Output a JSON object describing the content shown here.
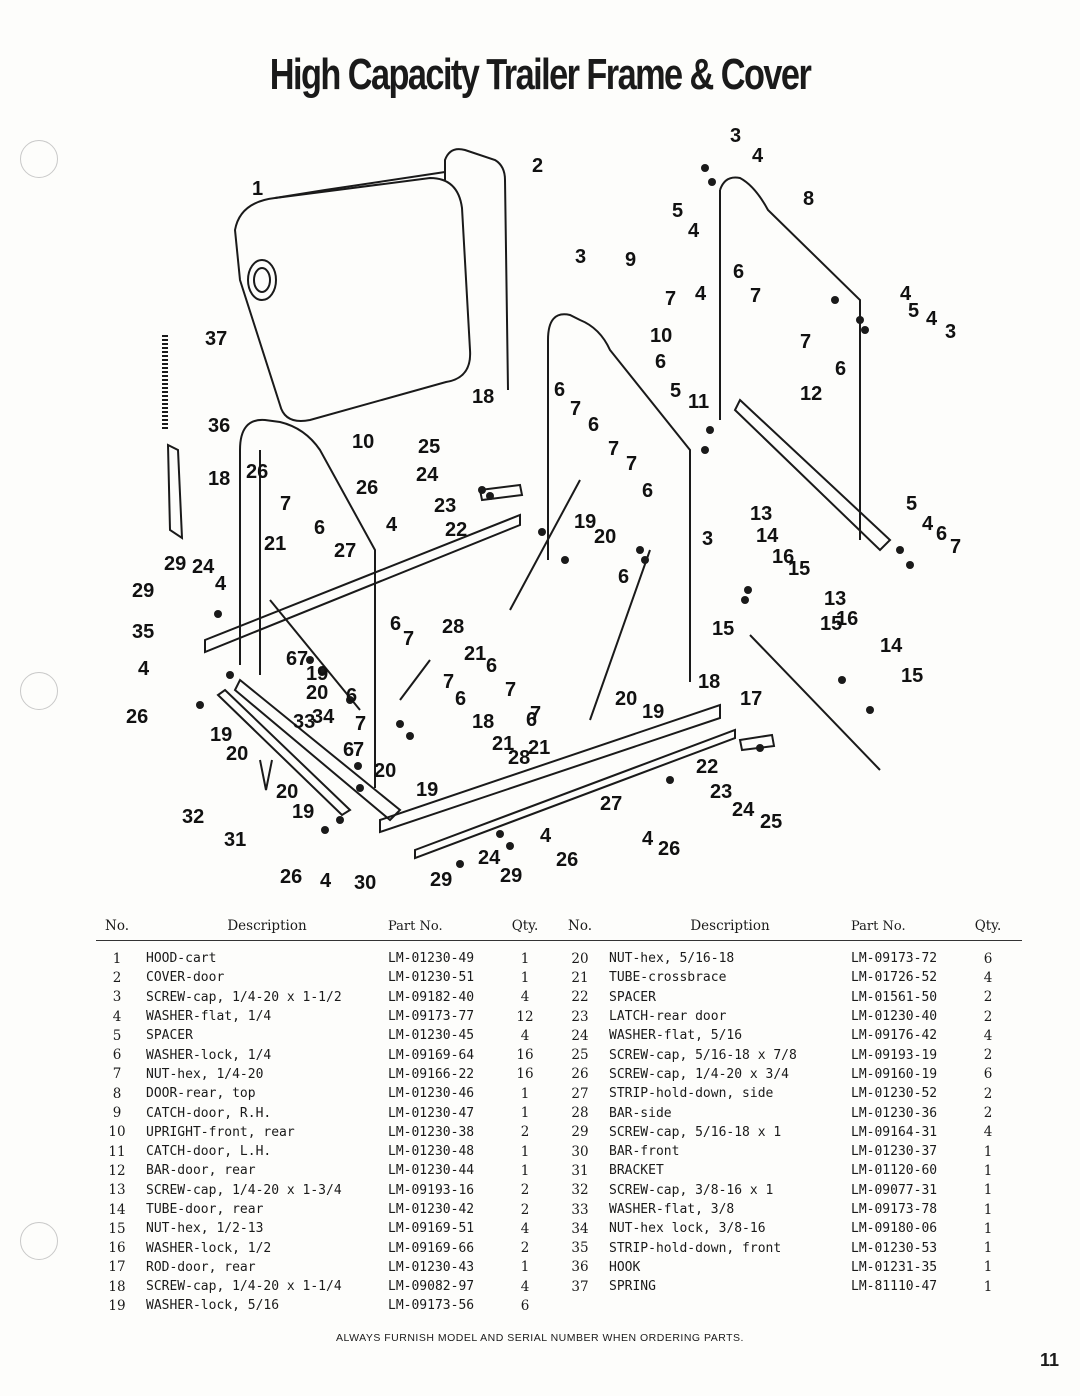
{
  "title": "High Capacity Trailer Frame & Cover",
  "table_headers": {
    "no": "No.",
    "description": "Description",
    "part_no": "Part No.",
    "qty": "Qty."
  },
  "parts": [
    {
      "no": "1",
      "description": "HOOD-cart",
      "part_no": "LM-01230-49",
      "qty": "1"
    },
    {
      "no": "2",
      "description": "COVER-door",
      "part_no": "LM-01230-51",
      "qty": "1"
    },
    {
      "no": "3",
      "description": "SCREW-cap, 1/4-20 x 1-1/2",
      "part_no": "LM-09182-40",
      "qty": "4"
    },
    {
      "no": "4",
      "description": "WASHER-flat, 1/4",
      "part_no": "LM-09173-77",
      "qty": "12"
    },
    {
      "no": "5",
      "description": "SPACER",
      "part_no": "LM-01230-45",
      "qty": "4"
    },
    {
      "no": "6",
      "description": "WASHER-lock, 1/4",
      "part_no": "LM-09169-64",
      "qty": "16"
    },
    {
      "no": "7",
      "description": "NUT-hex, 1/4-20",
      "part_no": "LM-09166-22",
      "qty": "16"
    },
    {
      "no": "8",
      "description": "DOOR-rear, top",
      "part_no": "LM-01230-46",
      "qty": "1"
    },
    {
      "no": "9",
      "description": "CATCH-door, R.H.",
      "part_no": "LM-01230-47",
      "qty": "1"
    },
    {
      "no": "10",
      "description": "UPRIGHT-front, rear",
      "part_no": "LM-01230-38",
      "qty": "2"
    },
    {
      "no": "11",
      "description": "CATCH-door, L.H.",
      "part_no": "LM-01230-48",
      "qty": "1"
    },
    {
      "no": "12",
      "description": "BAR-door, rear",
      "part_no": "LM-01230-44",
      "qty": "1"
    },
    {
      "no": "13",
      "description": "SCREW-cap, 1/4-20 x 1-3/4",
      "part_no": "LM-09193-16",
      "qty": "2"
    },
    {
      "no": "14",
      "description": "TUBE-door, rear",
      "part_no": "LM-01230-42",
      "qty": "2"
    },
    {
      "no": "15",
      "description": "NUT-hex, 1/2-13",
      "part_no": "LM-09169-51",
      "qty": "4"
    },
    {
      "no": "16",
      "description": "WASHER-lock, 1/2",
      "part_no": "LM-09169-66",
      "qty": "2"
    },
    {
      "no": "17",
      "description": "ROD-door, rear",
      "part_no": "LM-01230-43",
      "qty": "1"
    },
    {
      "no": "18",
      "description": "SCREW-cap, 1/4-20 x 1-1/4",
      "part_no": "LM-09082-97",
      "qty": "4"
    },
    {
      "no": "19",
      "description": "WASHER-lock, 5/16",
      "part_no": "LM-09173-56",
      "qty": "6"
    },
    {
      "no": "20",
      "description": "NUT-hex, 5/16-18",
      "part_no": "LM-09173-72",
      "qty": "6"
    },
    {
      "no": "21",
      "description": "TUBE-crossbrace",
      "part_no": "LM-01726-52",
      "qty": "4"
    },
    {
      "no": "22",
      "description": "SPACER",
      "part_no": "LM-01561-50",
      "qty": "2"
    },
    {
      "no": "23",
      "description": "LATCH-rear door",
      "part_no": "LM-01230-40",
      "qty": "2"
    },
    {
      "no": "24",
      "description": "WASHER-flat, 5/16",
      "part_no": "LM-09176-42",
      "qty": "4"
    },
    {
      "no": "25",
      "description": "SCREW-cap, 5/16-18 x 7/8",
      "part_no": "LM-09193-19",
      "qty": "2"
    },
    {
      "no": "26",
      "description": "SCREW-cap, 1/4-20 x 3/4",
      "part_no": "LM-09160-19",
      "qty": "6"
    },
    {
      "no": "27",
      "description": "STRIP-hold-down, side",
      "part_no": "LM-01230-52",
      "qty": "2"
    },
    {
      "no": "28",
      "description": "BAR-side",
      "part_no": "LM-01230-36",
      "qty": "2"
    },
    {
      "no": "29",
      "description": "SCREW-cap, 5/16-18 x 1",
      "part_no": "LM-09164-31",
      "qty": "4"
    },
    {
      "no": "30",
      "description": "BAR-front",
      "part_no": "LM-01230-37",
      "qty": "1"
    },
    {
      "no": "31",
      "description": "BRACKET",
      "part_no": "LM-01120-60",
      "qty": "1"
    },
    {
      "no": "32",
      "description": "SCREW-cap, 3/8-16 x 1",
      "part_no": "LM-09077-31",
      "qty": "1"
    },
    {
      "no": "33",
      "description": "WASHER-flat, 3/8",
      "part_no": "LM-09173-78",
      "qty": "1"
    },
    {
      "no": "34",
      "description": "NUT-hex lock, 3/8-16",
      "part_no": "LM-09180-06",
      "qty": "1"
    },
    {
      "no": "35",
      "description": "STRIP-hold-down, front",
      "part_no": "LM-01230-53",
      "qty": "1"
    },
    {
      "no": "36",
      "description": "HOOK",
      "part_no": "LM-01231-35",
      "qty": "1"
    },
    {
      "no": "37",
      "description": "SPRING",
      "part_no": "LM-81110-47",
      "qty": "1"
    }
  ],
  "diagram": {
    "callouts": [
      "1",
      "2",
      "3",
      "4",
      "5",
      "4",
      "8",
      "37",
      "3",
      "9",
      "4",
      "6",
      "7",
      "5",
      "4",
      "3",
      "7",
      "10",
      "6",
      "7",
      "36",
      "18",
      "6",
      "5",
      "11",
      "12",
      "6",
      "7",
      "10",
      "25",
      "7",
      "7",
      "18",
      "24",
      "26",
      "23",
      "6",
      "7",
      "6",
      "13",
      "5",
      "4",
      "6",
      "7",
      "7",
      "6",
      "4",
      "22",
      "19",
      "20",
      "21",
      "27",
      "3",
      "14",
      "16",
      "15",
      "29",
      "24",
      "4",
      "20",
      "6",
      "13",
      "29",
      "35",
      "15",
      "16",
      "14",
      "6",
      "28",
      "6",
      "7",
      "21",
      "15",
      "4",
      "6",
      "7",
      "19",
      "20",
      "6",
      "7",
      "6",
      "18",
      "26",
      "19",
      "7",
      "33",
      "34",
      "21",
      "6",
      "20",
      "17",
      "19",
      "20",
      "6",
      "7",
      "21",
      "7",
      "28",
      "6",
      "21",
      "22",
      "23",
      "24",
      "25",
      "20",
      "19",
      "32",
      "19",
      "20",
      "4",
      "27",
      "31",
      "24",
      "26",
      "4",
      "26",
      "26",
      "4",
      "30",
      "29",
      "29"
    ]
  },
  "footer": "ALWAYS FURNISH MODEL AND SERIAL NUMBER WHEN ORDERING PARTS.",
  "page_number": "11"
}
